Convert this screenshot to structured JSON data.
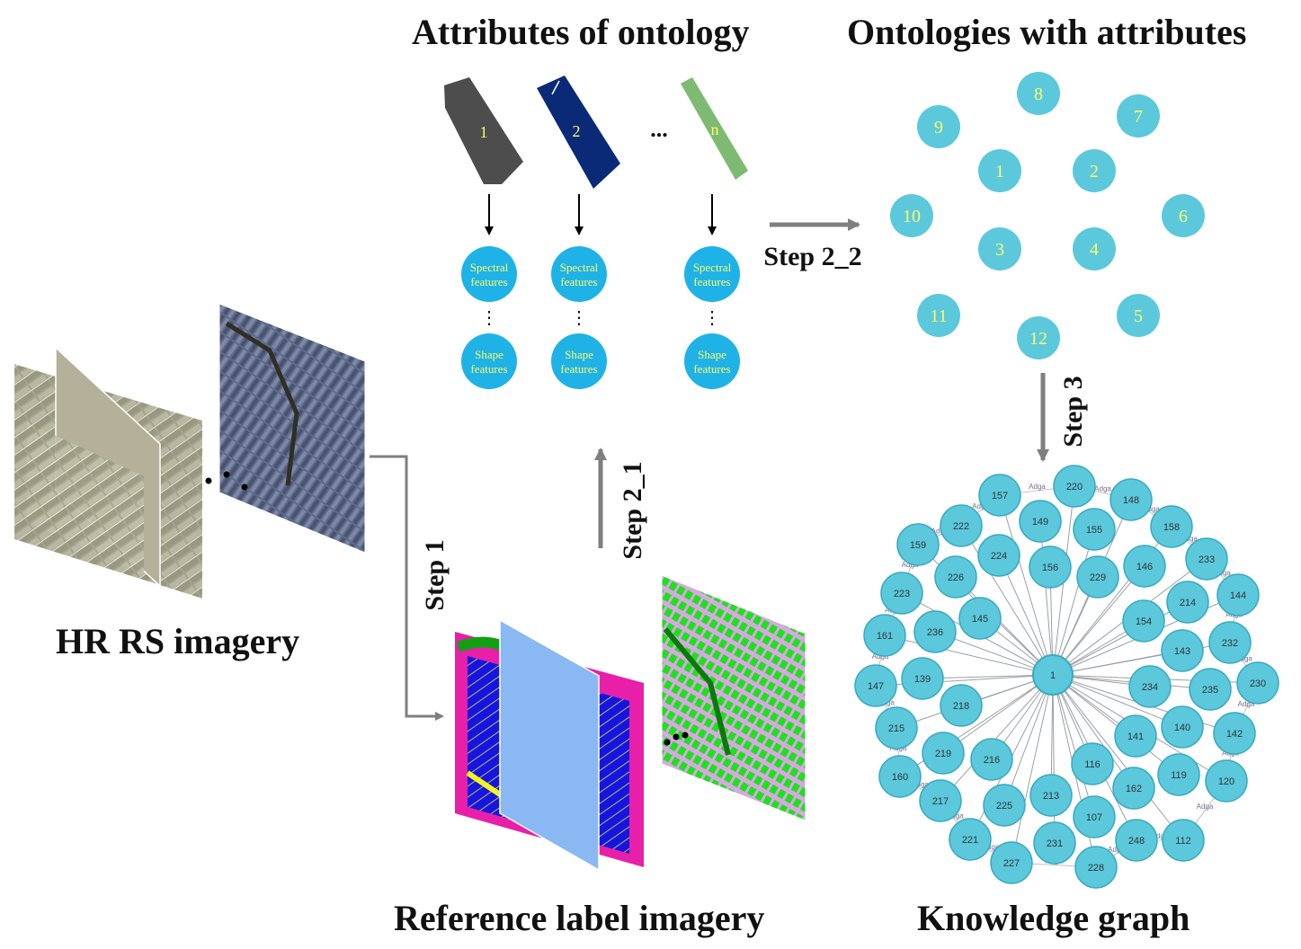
{
  "titles": {
    "attributes": "Attributes of ontology",
    "ontologies": "Ontologies with attributes",
    "hr_imagery": "HR RS imagery",
    "reference": "Reference label imagery",
    "knowledge_graph": "Knowledge graph"
  },
  "steps": {
    "step1": "Step 1",
    "step2_1": "Step 2_1",
    "step2_2": "Step 2_2",
    "step3": "Step 3"
  },
  "attributes": {
    "bars": [
      {
        "label": "1",
        "color": "#4d4d4d"
      },
      {
        "label": "2",
        "color": "#0a2a78"
      },
      {
        "label": "n",
        "color": "#7dbb73"
      }
    ],
    "ellipsis": "...",
    "spectral": [
      "Spectral",
      "features"
    ],
    "shape": [
      "Shape",
      "features"
    ],
    "vdots": "⋮"
  },
  "ontologies": [
    "8",
    "7",
    "9",
    "1",
    "2",
    "10",
    "6",
    "3",
    "4",
    "11",
    "5",
    "12"
  ],
  "knowledge_graph": {
    "center": "1",
    "edge_label": "Adga",
    "nodes": [
      "220",
      "157",
      "148",
      "149",
      "222",
      "155",
      "158",
      "159",
      "224",
      "156",
      "229",
      "146",
      "233",
      "226",
      "223",
      "144",
      "214",
      "145",
      "154",
      "161",
      "236",
      "232",
      "143",
      "139",
      "147",
      "230",
      "235",
      "234",
      "218",
      "140",
      "215",
      "142",
      "141",
      "219",
      "216",
      "116",
      "160",
      "119",
      "120",
      "162",
      "217",
      "213",
      "225",
      "107",
      "221",
      "248",
      "231",
      "112",
      "227",
      "228"
    ]
  },
  "colors": {
    "node_fill": "#5bc8dc",
    "node_stroke": "#3aa9c0",
    "feature_fill": "#1fb2e6",
    "feature_text": "#fffb6a",
    "ontology_text": "#fffb6a",
    "arrow_gray": "#7f7f7f"
  }
}
